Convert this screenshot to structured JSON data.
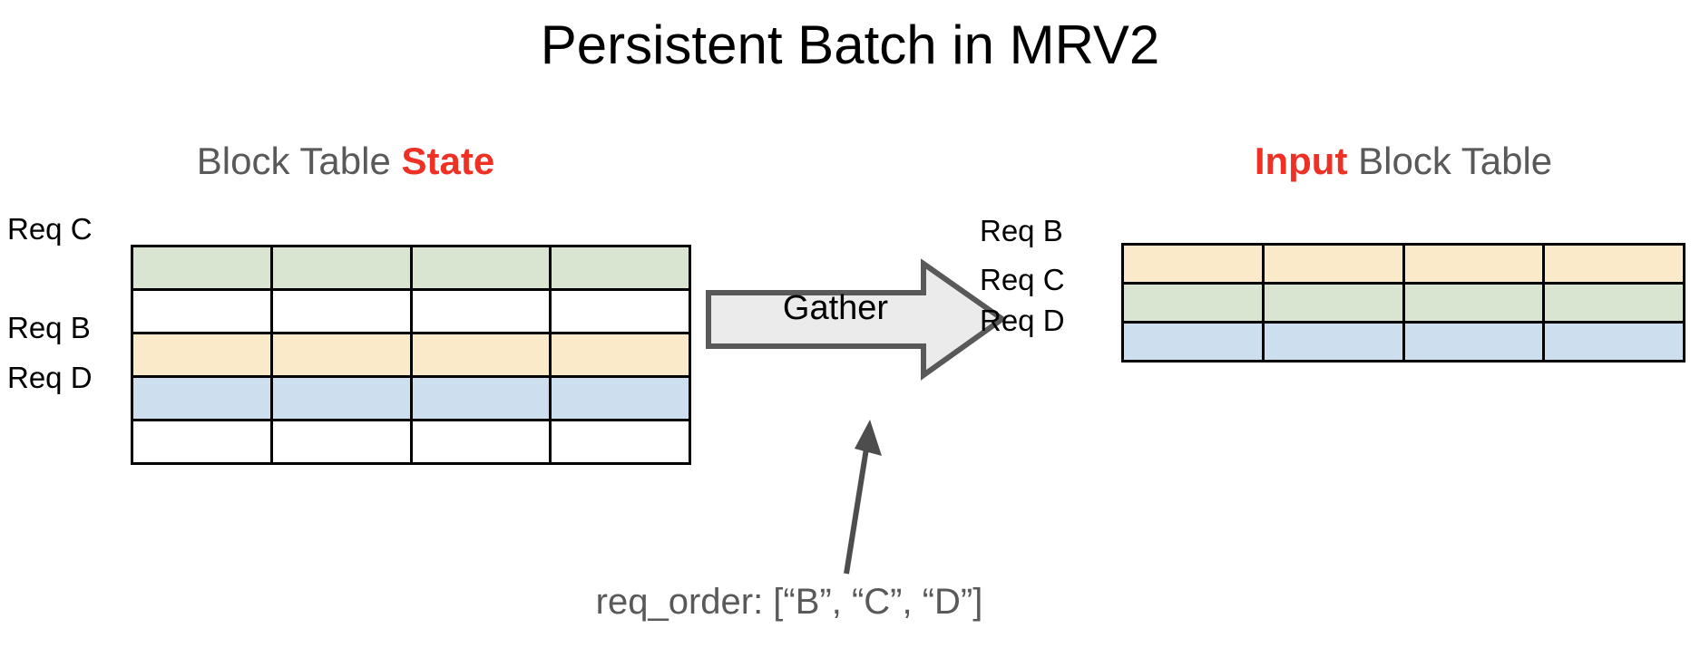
{
  "title": "Persistent Batch in MRV2",
  "colors": {
    "accent_red": "#ee3124",
    "heading_gray": "#595959",
    "green_cell": "#d9e5d0",
    "yellow_cell": "#fbeaca",
    "blue_cell": "#cddfee",
    "white_cell": "#ffffff",
    "cell_border": "#000000",
    "arrow_fill": "#ebebeb",
    "arrow_stroke": "#595959",
    "pointer": "#4d4d4d"
  },
  "left_panel": {
    "heading": {
      "prefix": "Block Table ",
      "accent": "State"
    },
    "row_labels": {
      "req_c": "Req C",
      "req_b": "Req B",
      "req_d": "Req D"
    },
    "columns": 4,
    "rows": [
      {
        "label": "Req C",
        "fill": "green",
        "cells": [
          "",
          "",
          "",
          ""
        ]
      },
      {
        "label": "",
        "fill": "white",
        "cells": [
          "",
          "",
          "",
          ""
        ]
      },
      {
        "label": "Req B",
        "fill": "yellow",
        "cells": [
          "",
          "",
          "",
          ""
        ]
      },
      {
        "label": "Req D",
        "fill": "blue",
        "cells": [
          "",
          "",
          "",
          ""
        ]
      },
      {
        "label": "",
        "fill": "white",
        "cells": [
          "",
          "",
          "",
          ""
        ]
      }
    ]
  },
  "right_panel": {
    "heading": {
      "accent": "Input",
      "suffix": " Block Table"
    },
    "row_labels": {
      "req_b": "Req B",
      "req_c": "Req C",
      "req_d": "Req D"
    },
    "columns": 4,
    "rows": [
      {
        "label": "Req B",
        "fill": "yellow",
        "cells": [
          "",
          "",
          "",
          ""
        ]
      },
      {
        "label": "Req C",
        "fill": "green",
        "cells": [
          "",
          "",
          "",
          ""
        ]
      },
      {
        "label": "Req D",
        "fill": "blue",
        "cells": [
          "",
          "",
          "",
          ""
        ]
      }
    ]
  },
  "gather": {
    "label": "Gather"
  },
  "caption": {
    "text": "req_order: [“B”, “C”, “D”]"
  }
}
